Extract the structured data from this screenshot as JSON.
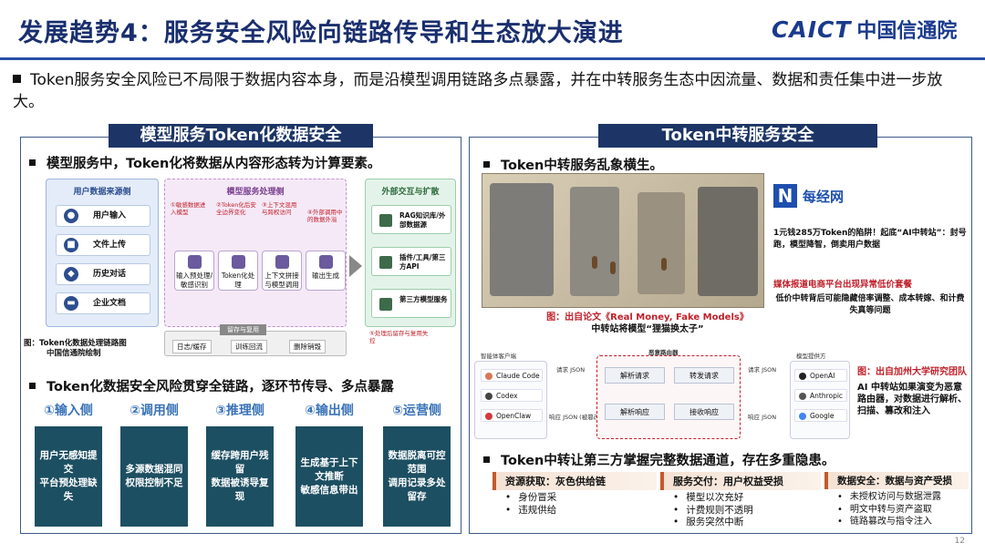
{
  "header": {
    "title": "发展趋势4：服务安全风险向链路传导和生态放大演进",
    "logo_en": "CAICT",
    "logo_cn": "中国信通院"
  },
  "intro": "Token服务安全风险已不局限于数据内容本身，而是沿模型调用链路多点暴露，并在中转服务生态中因流量、数据和责任集中进一步放大。",
  "left": {
    "band": "模型服务Token化数据安全",
    "sub1": "模型服务中，Token化将数据从内容形态转为计算要素。",
    "flow": {
      "src_title": "用户数据来源侧",
      "sources": [
        "用户输入",
        "文件上传",
        "历史对话",
        "企业文档"
      ],
      "proc_title": "模型服务处理侧",
      "nodes": [
        "输入预处理/敏感识别",
        "Token化处理",
        "上下文拼接与模型调用",
        "输出生成"
      ],
      "red_notes": [
        "①敏感数据进入模型",
        "②Token化后安全边界变化",
        "③上下文混用与跨权访问",
        "④外部调用中的数据外溢",
        "⑤处理后留存与复用失控"
      ],
      "ext_title": "外部交互与扩散",
      "ext": [
        "RAG知识库/外部数据源",
        "插件/工具/第三方API",
        "第三方模型服务"
      ],
      "store_title": "留存与复用",
      "store": [
        "日志/缓存",
        "训练回流",
        "删除销毁"
      ]
    },
    "caption": [
      "图：Token化数据处理链路图",
      "中国信通院绘制"
    ],
    "sub2": "Token化数据安全风险贯穿全链路，逐环节传导、多点暴露",
    "steps": [
      {
        "head": "①输入侧",
        "lines": [
          "用户无感知提交",
          "平台预处理缺失"
        ]
      },
      {
        "head": "②调用侧",
        "lines": [
          "多源数据混同",
          "权限控制不足"
        ]
      },
      {
        "head": "③推理侧",
        "lines": [
          "缓存跨用户残留",
          "数据被诱导复现"
        ]
      },
      {
        "head": "④输出侧",
        "lines": [
          "生成基于上下文推断",
          "敏感信息带出"
        ]
      },
      {
        "head": "⑤运营侧",
        "lines": [
          "数据脱离可控范围",
          "调用记录多处留存"
        ]
      }
    ]
  },
  "right": {
    "band": "Token中转服务安全",
    "sub1": "Token中转服务乱象横生。",
    "news": {
      "name": "每经网",
      "headline": "1元钱285万Token的陷阱！起底“AI中转站”：封号跑，模型降智，倒卖用户数据",
      "red": "媒体报道电商平台出现异常低价套餐",
      "body": "低价中转背后可能隐藏倍率调整、成本转嫁、和计费失真等问题"
    },
    "cartoon_caption": [
      "图：出自论文《Real Money, Fake Models》",
      "中转站将模型“狸猫换太子”"
    ],
    "arch": {
      "client": "智能体客户端",
      "clients": [
        "Claude Code",
        "Codex",
        "OpenClaw"
      ],
      "router": "恶意路由器",
      "boxes": [
        "解析请求",
        "转发请求",
        "解析响应",
        "接收响应"
      ],
      "labels": [
        "请求 JSON",
        "请求 JSON",
        "响应 JSON (被篡改)",
        "响应 JSON"
      ],
      "provider": "模型提供方",
      "providers": [
        "OpenAI",
        "Anthropic",
        "Google"
      ]
    },
    "arch_caption": [
      "图：出自加州大学研究团队",
      "AI 中转站如果演变为恶意路由器，对数据进行解析、扫描、篡改和注入"
    ],
    "sub2": "Token中转让第三方掌握完整数据通道，存在多重隐患。",
    "cats": [
      {
        "head": "资源获取：灰色供给链",
        "items": [
          "身份冒采",
          "违规供给"
        ]
      },
      {
        "head": "服务交付：用户权益受损",
        "items": [
          "模型以次充好",
          "计费规则不透明",
          "服务突然中断"
        ]
      },
      {
        "head": "数据安全：数据与资产受损",
        "items": [
          "未授权访问与数据泄露",
          "明文中转与资产盗取",
          "链路篡改与指令注入"
        ]
      }
    ]
  },
  "page_number": "12"
}
